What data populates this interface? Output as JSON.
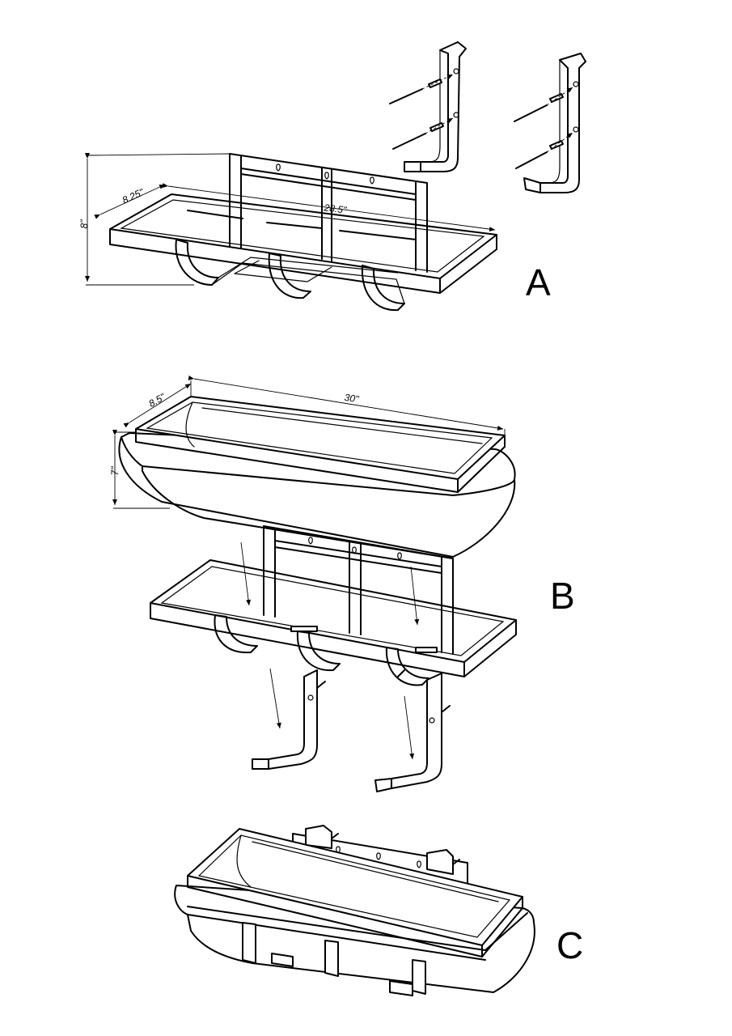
{
  "steps": {
    "a": {
      "label": "A"
    },
    "b": {
      "label": "B"
    },
    "c": {
      "label": "C"
    }
  },
  "dimensions": {
    "a_height": "8\"",
    "a_depth": "8.25\"",
    "a_length": "28.5\"",
    "b_depth": "8.5\"",
    "b_length": "30\"",
    "b_height": "7\""
  }
}
